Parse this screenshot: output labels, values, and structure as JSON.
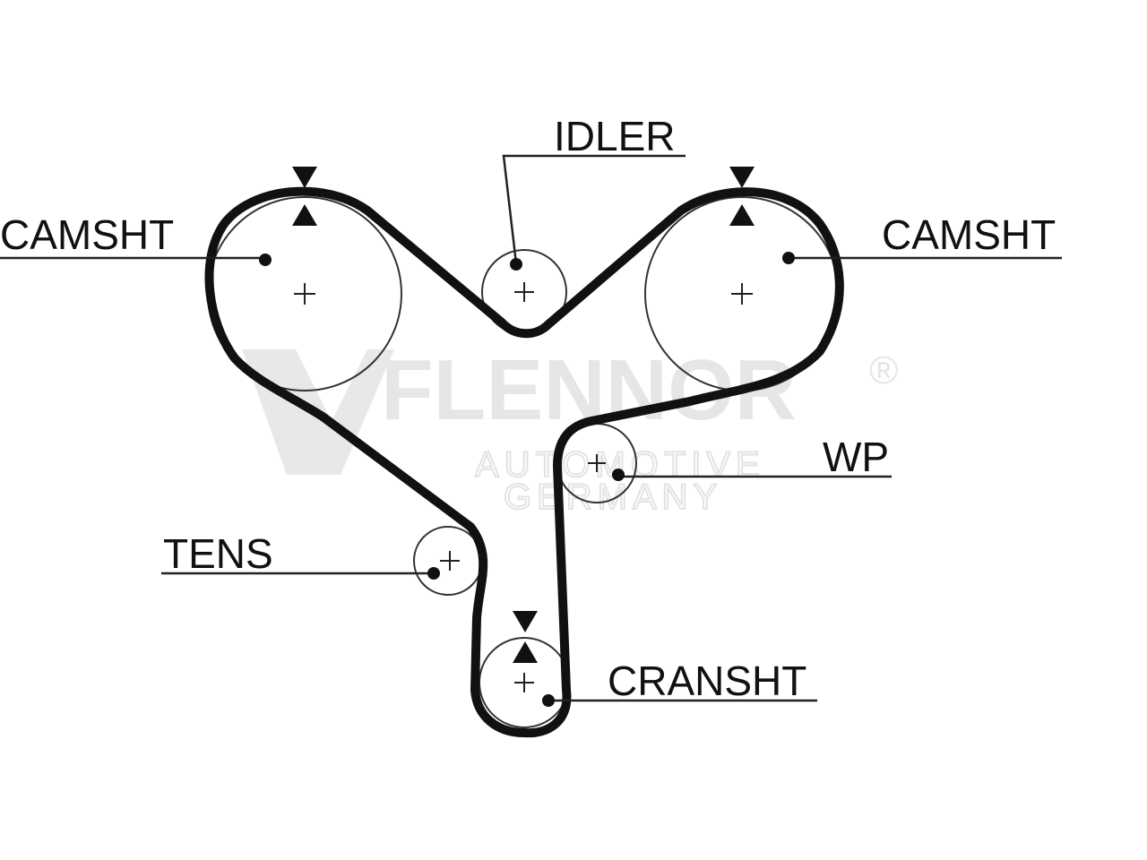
{
  "labels": {
    "camsht_left": "CAMSHT",
    "camsht_right": "CAMSHT",
    "idler": "IDLER",
    "wp": "WP",
    "tens": "TENS",
    "cransht": "CRANSHT"
  },
  "watermark": {
    "brand": "FLENNOR",
    "registered": "®",
    "line1": "AUTOMOTIVE",
    "line2": "GERMANY"
  },
  "colors": {
    "belt": "#111111",
    "watermark": "#e6e6e6"
  }
}
